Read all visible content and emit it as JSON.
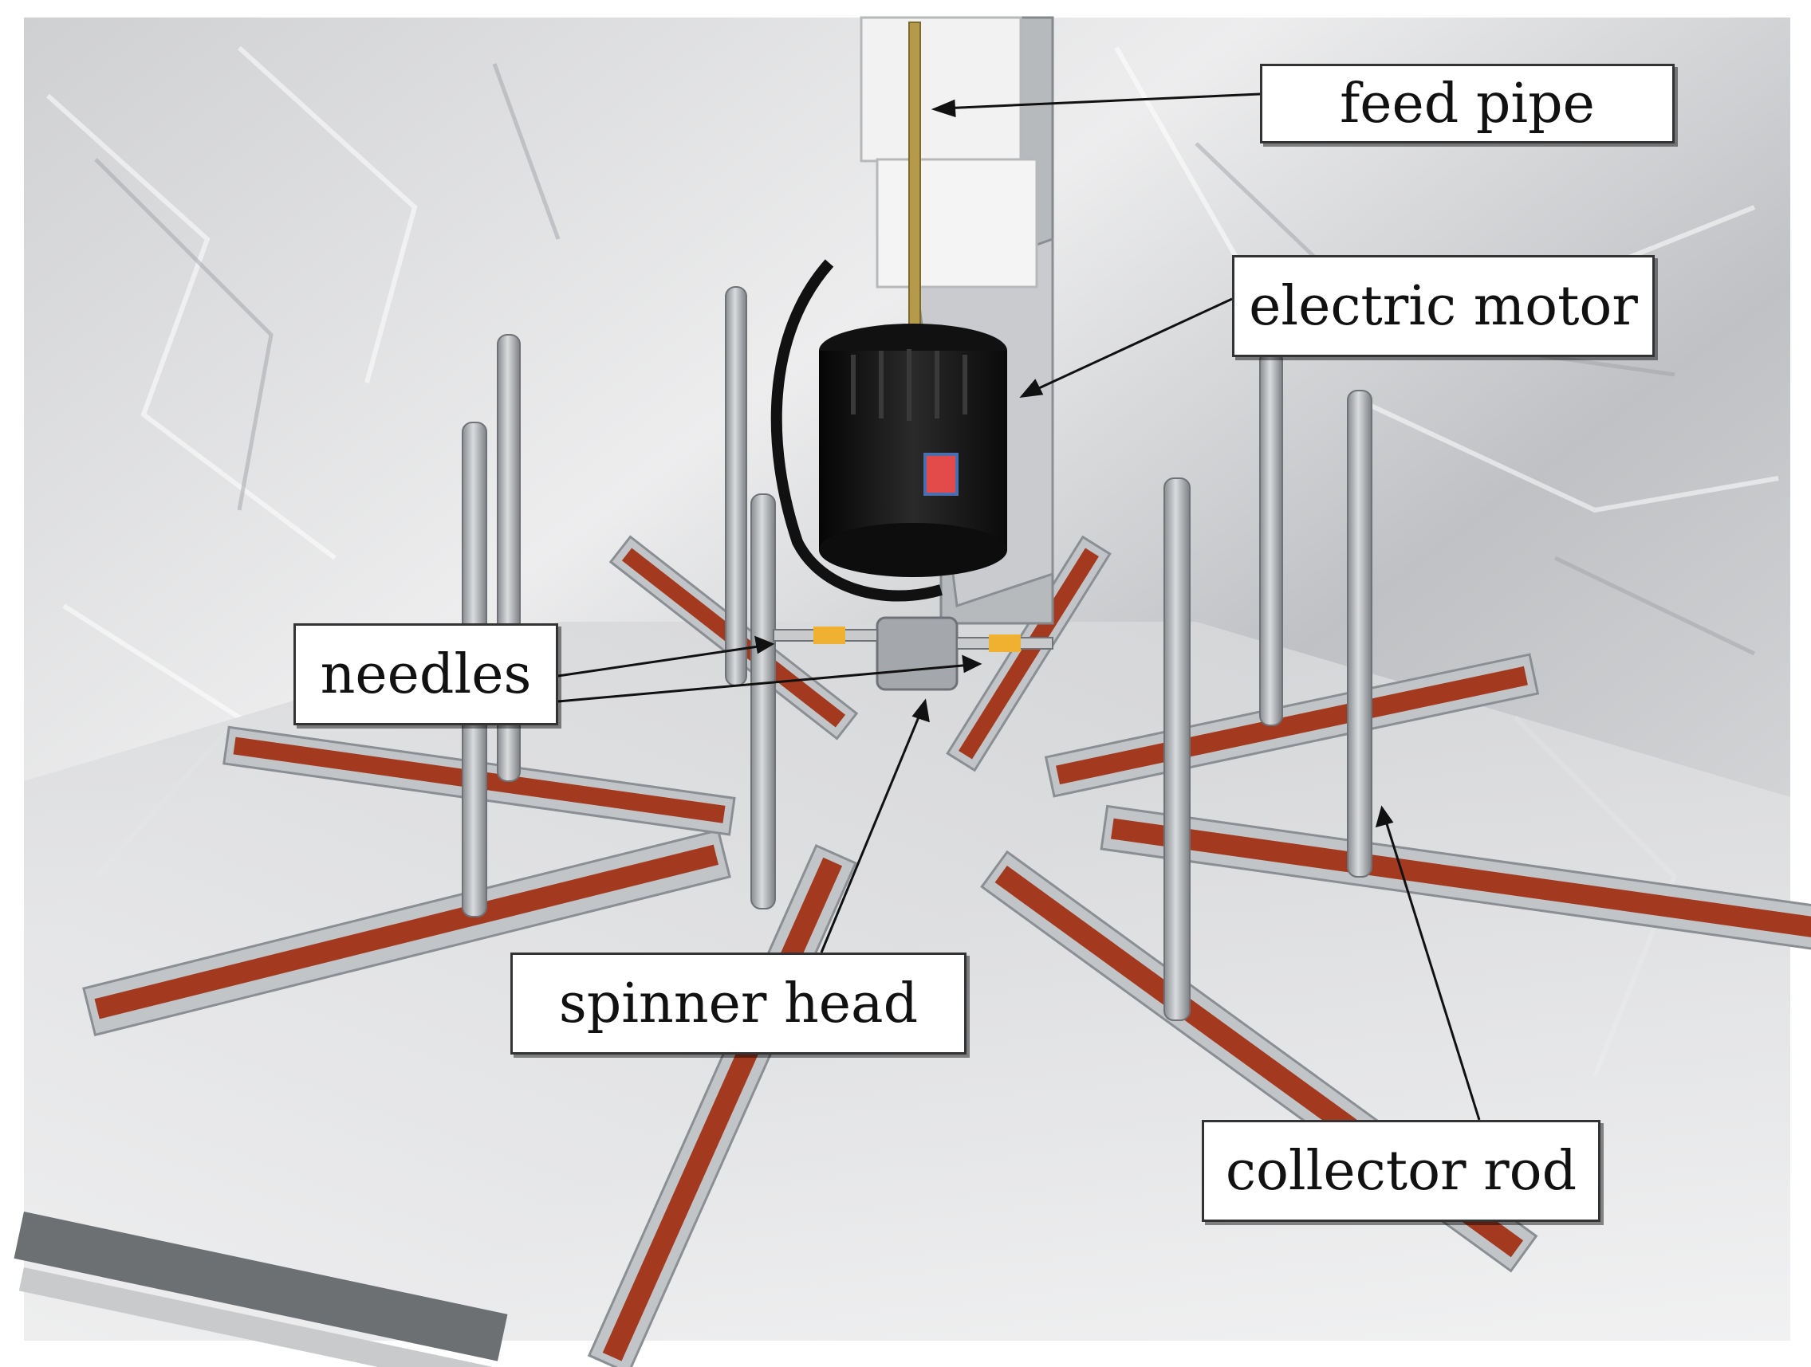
{
  "labels": {
    "feed_pipe": "feed pipe",
    "electric_motor": "electric motor",
    "needles": "needles",
    "spinner_head": "spinner head",
    "collector_rod": "collector rod"
  },
  "colors": {
    "foil": "#dcdcdc",
    "steel": "#b8bcc0",
    "silicone_strip": "#a33a20",
    "motor": "#161616",
    "bracket": "#f2f2f2"
  }
}
